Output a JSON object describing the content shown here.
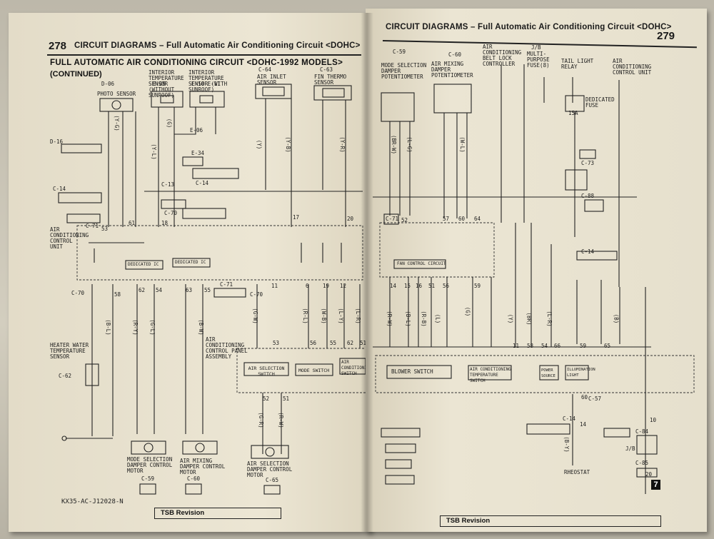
{
  "left_page": {
    "page_number": "278",
    "header_text": "CIRCUIT DIAGRAMS – Full Automatic Air Conditioning Circuit <DOHC>",
    "title": "FULL AUTOMATIC AIR CONDITIONING CIRCUIT <DOHC-1992 MODELS>",
    "subtitle": "(CONTINUED)",
    "components": [
      {
        "connector": "D-06",
        "label": "PHOTO SENSOR"
      },
      {
        "connector": "E-09",
        "label": "INTERIOR TEMPERATURE SENSOR (WITHOUT SUNROOF)"
      },
      {
        "connector": "E-10  E-11",
        "label": "INTERIOR TEMPERATURE SENSOR (WITH SUNROOF)"
      },
      {
        "connector": "C-64",
        "label": "AIR INLET SENSOR"
      },
      {
        "connector": "C-63",
        "label": "FIN THERMO SENSOR"
      },
      {
        "connector": "C-71",
        "label": "AIR CONDITIONING CONTROL UNIT"
      },
      {
        "connector": "C-62",
        "label": "HEATER WATER TEMPERATURE SENSOR"
      },
      {
        "connector": "",
        "label": "AIR CONDITIONING CONTROL PANEL ASSEMBLY"
      },
      {
        "connector": "C-59",
        "label": "MODE SELECTION DAMPER CONTROL MOTOR"
      },
      {
        "connector": "C-60",
        "label": "AIR MIXING DAMPER CONTROL MOTOR"
      },
      {
        "connector": "C-65",
        "label": "AIR SELECTION DAMPER CONTROL MOTOR"
      }
    ],
    "switches": [
      "AIR SELECTION SWITCH",
      "MODE SWITCH",
      "AIR CONDITIONING SWITCH"
    ],
    "ic_labels": [
      "DEDICATED IC",
      "DEDICATED IC"
    ],
    "connectors": [
      "D-16",
      "C-14",
      "C-70",
      "E-06",
      "E-34",
      "C-13",
      "C-14",
      "C-71",
      "C-70",
      "C-70"
    ],
    "wire_colors": [
      "(Y-G)",
      "(Y-L)",
      "(G)",
      "(Y)",
      "(Y-B)",
      "(Y-R)",
      "(B-L)",
      "(R-Y)",
      "(G-L)",
      "(B-W)",
      "(G-W)",
      "(R-L)",
      "(W-B)",
      "(L-Y)",
      "(L-R)",
      "(G-R)",
      "(R-W)"
    ],
    "pins": [
      "53",
      "61",
      "18",
      "17",
      "20",
      "58",
      "62",
      "54",
      "63",
      "55",
      "11",
      "6",
      "19",
      "12",
      "53",
      "56",
      "55",
      "62",
      "51",
      "52",
      "51"
    ],
    "footer_code": "KX35-AC-J12028-N",
    "tsb": "TSB Revision"
  },
  "right_page": {
    "page_number": "279",
    "header_text": "CIRCUIT DIAGRAMS – Full Automatic Air Conditioning Circuit <DOHC>",
    "components": [
      {
        "connector": "C-59",
        "label": "MODE SELECTION DAMPER POTENTIOMETER"
      },
      {
        "connector": "C-60",
        "label": "AIR MIXING DAMPER POTENTIOMETER"
      },
      {
        "connector": "",
        "label": "AIR CONDITIONING BELT LOCK CONTROLLER"
      },
      {
        "connector": "J/B",
        "label": "MULTI-PURPOSE FUSE(8)"
      },
      {
        "connector": "",
        "label": "TAIL LIGHT RELAY"
      },
      {
        "connector": "",
        "label": "AIR CONDITIONING CONTROL UNIT"
      },
      {
        "connector": "",
        "label": "DEDICATED FUSE"
      },
      {
        "connector": "",
        "label": "BLOWER SWITCH"
      },
      {
        "connector": "",
        "label": "AIR CONDITIONING TEMPERATURE SWITCH"
      },
      {
        "connector": "",
        "label": "POWER SOURCE"
      },
      {
        "connector": "",
        "label": "ILLUMINATION LIGHT"
      },
      {
        "connector": "",
        "label": "RHEOSTAT"
      }
    ],
    "ic_labels": [
      "FAN CONTROL CIRCUIT"
    ],
    "fuse": "15A",
    "connectors": [
      "C-71",
      "C-73",
      "C-88",
      "C-14",
      "C-57",
      "C-14",
      "C-84",
      "C-85",
      "J/B"
    ],
    "wire_colors": [
      "(BR-W)",
      "(L-G)",
      "(W-L)",
      "(G)",
      "(BR)",
      "(L-R)",
      "(B-L)",
      "(R-B)",
      "(R-W)",
      "(L)",
      "(B)",
      "(B-Y)",
      "(Y)"
    ],
    "pins": [
      "52",
      "57",
      "60",
      "64",
      "14",
      "15",
      "16",
      "51",
      "56",
      "59",
      "11",
      "58",
      "54",
      "66",
      "59",
      "65",
      "60",
      "14",
      "10",
      "20"
    ],
    "tsb": "TSB Revision",
    "corner_tag": "7"
  }
}
